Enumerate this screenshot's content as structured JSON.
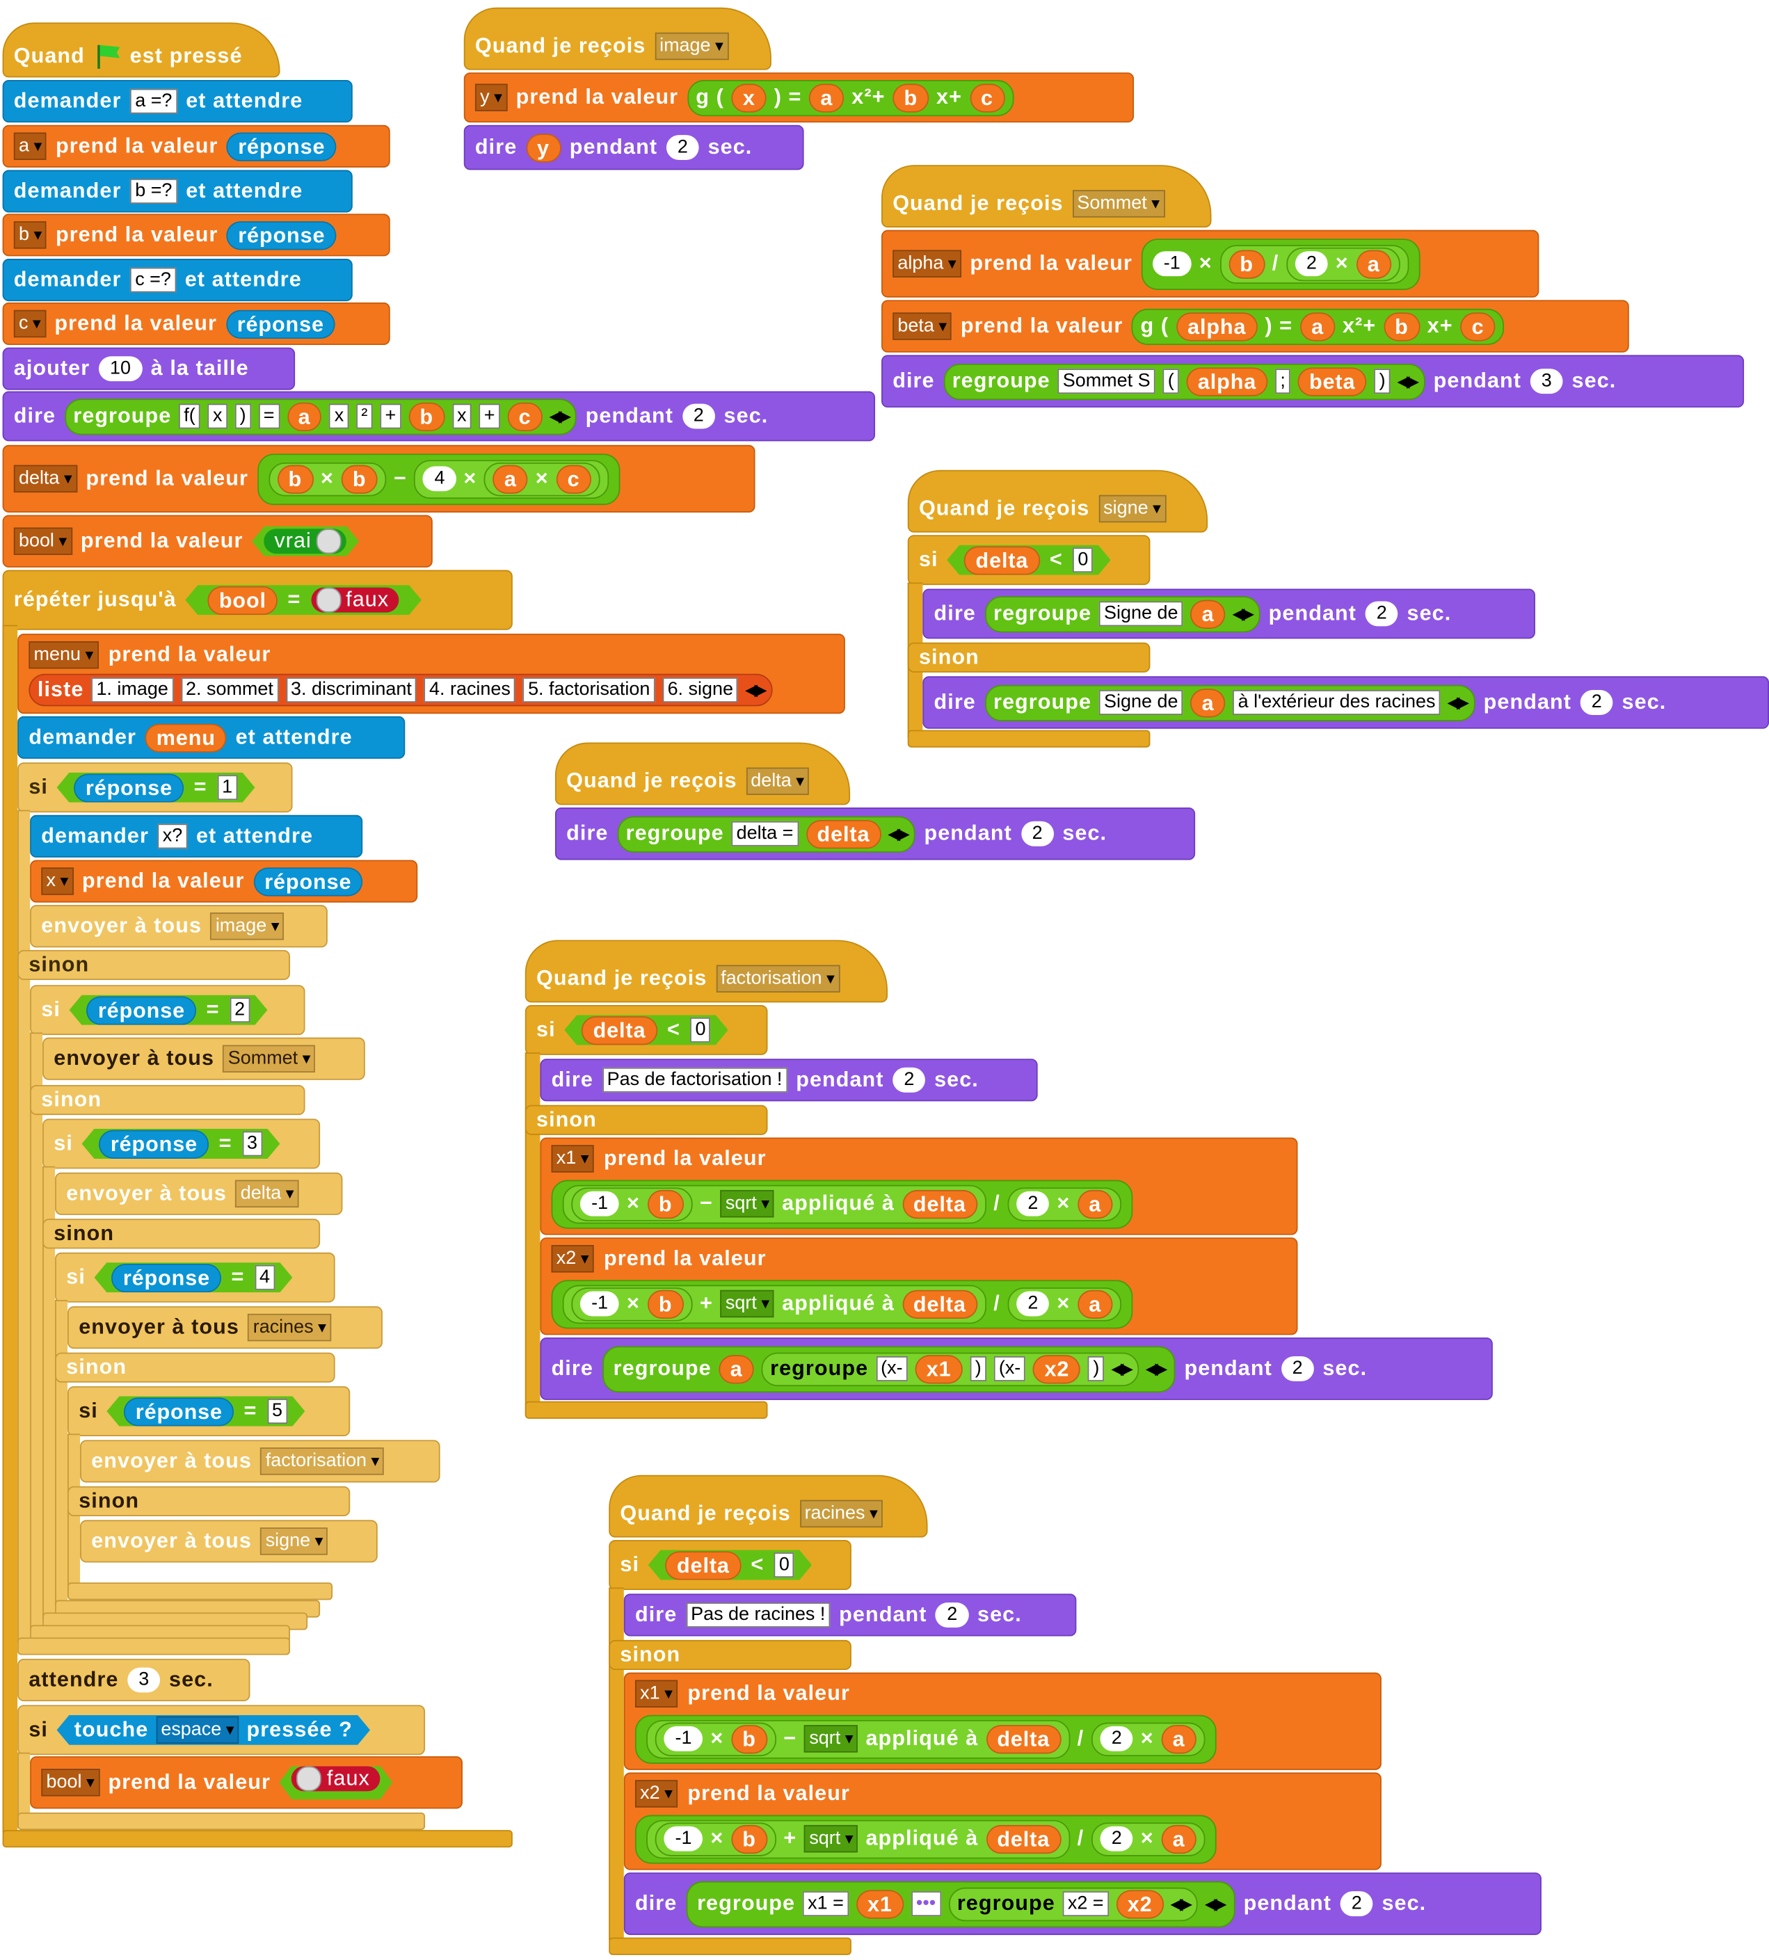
{
  "kw": {
    "quand": "Quand",
    "est_presse": "est pressé",
    "demander": "demander",
    "et_attendre": "et attendre",
    "prend": "prend la valeur",
    "ajouter": "ajouter",
    "a_la_taille": "à la taille",
    "dire": "dire",
    "regroupe": "regroupe",
    "pendant": "pendant",
    "sec": "sec.",
    "repeter": "répéter jusqu'à",
    "liste": "liste",
    "si": "si",
    "sinon": "sinon",
    "envoyer": "envoyer à tous",
    "attendre": "attendre",
    "touche": "touche",
    "pressee": "pressée ?",
    "quand_recois": "Quand je reçois",
    "applique": "appliqué à",
    "vrai": "vrai",
    "faux": "faux",
    "reponse": "réponse",
    "times": "×",
    "div": "/",
    "minus": "−",
    "plus": "+",
    "eq": "=",
    "lt": "<"
  },
  "vars": {
    "a": "a",
    "b": "b",
    "c": "c",
    "x": "x",
    "y": "y",
    "delta": "delta",
    "bool": "bool",
    "menu": "menu",
    "alpha": "alpha",
    "beta": "beta",
    "x1": "x1",
    "x2": "x2"
  },
  "main": {
    "ask_a": "a =?",
    "ask_b": "b =?",
    "ask_c": "c =?",
    "size": "10",
    "f_parts": [
      "f(",
      "x",
      ")",
      "=",
      "x",
      "²",
      "+",
      "x",
      "+"
    ],
    "wait2": "2",
    "four": "4",
    "menu_items": [
      "1. image",
      "2. sommet",
      "3. discriminant",
      "4. racines",
      "5. factorisation",
      "6. signe"
    ],
    "n1": "1",
    "n2": "2",
    "n3": "3",
    "n4": "4",
    "n5": "5",
    "ask_x": "x?",
    "msg_image": "image",
    "msg_sommet": "Sommet",
    "msg_delta": "delta",
    "msg_racines": "racines",
    "msg_factorisation": "factorisation",
    "msg_signe": "signe",
    "wait3": "3",
    "key": "espace"
  },
  "image_script": {
    "msg": "image",
    "g_open": "g (",
    "close_eq": ") =",
    "x2": "x²+",
    "xp": "x+",
    "secs": "2"
  },
  "sommet_script": {
    "msg": "Sommet",
    "neg1": "-1",
    "two": "2",
    "label": "Sommet S",
    "open": "(",
    "semi": ";",
    "close": ")",
    "secs": "3"
  },
  "signe_script": {
    "msg": "signe",
    "zero": "0",
    "signe_de": "Signe de",
    "ext": "à l'extérieur des racines",
    "secs": "2"
  },
  "delta_script": {
    "msg": "delta",
    "label": "delta =",
    "secs": "2"
  },
  "fact_script": {
    "msg": "factorisation",
    "zero": "0",
    "none": "Pas de factorisation !",
    "neg1": "-1",
    "fn": "sqrt",
    "two": "2",
    "p_open": "(x-",
    "p_close": ")",
    "secs": "2"
  },
  "racines_script": {
    "msg": "racines",
    "zero": "0",
    "none": "Pas de racines !",
    "neg1": "-1",
    "fn": "sqrt",
    "two": "2",
    "lbl1": "x1 =",
    "lbl2": "x2 =",
    "sep": "•••",
    "secs": "2"
  }
}
